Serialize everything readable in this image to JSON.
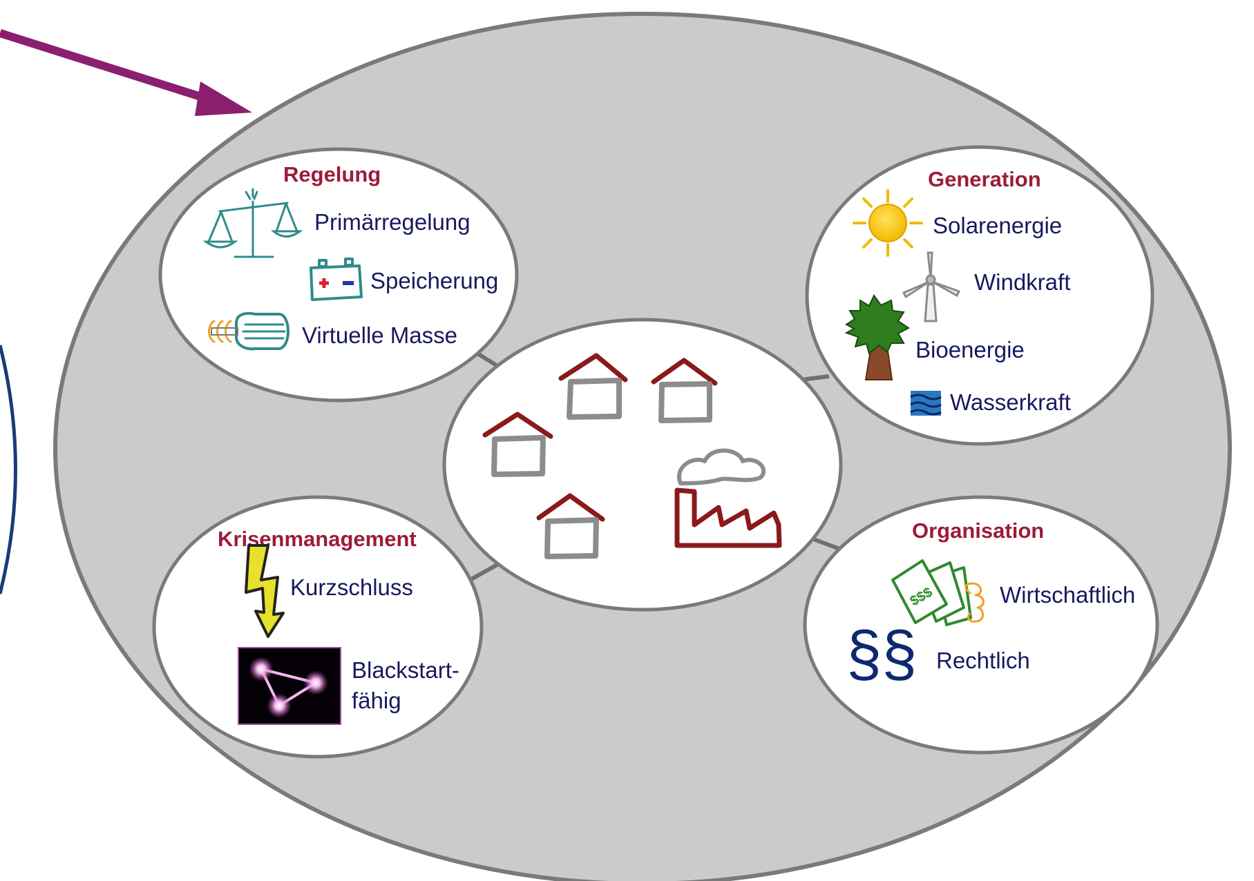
{
  "colors": {
    "heading": "#9b1c3a",
    "label": "#17195e",
    "outer_fill": "#cbcbcb",
    "outline": "#7a7a7a",
    "arrow": "#8a1f6f",
    "house_roof": "#8a1a1a",
    "house_body": "#8c8c8c"
  },
  "regelung": {
    "title": "Regelung",
    "items": [
      "Primärregelung",
      "Speicherung",
      "Virtuelle Masse"
    ]
  },
  "generation": {
    "title": "Generation",
    "items": [
      "Solarenergie",
      "Windkraft",
      "Bioenergie",
      "Wasserkraft"
    ]
  },
  "krisenmanagement": {
    "title": "Krisenmanagement",
    "items": [
      "Kurzschluss",
      "Blackstart-",
      "fähig"
    ]
  },
  "organisation": {
    "title": "Organisation",
    "items": [
      "Wirtschaftlich",
      "Rechtlich"
    ]
  },
  "icons": {
    "regelung": [
      "balance-scale-icon",
      "battery-icon",
      "flywheel-icon"
    ],
    "generation": [
      "sun-icon",
      "wind-turbine-icon",
      "tree-icon",
      "water-waves-icon"
    ],
    "krisenmanagement": [
      "lightning-bolt-icon",
      "network-glow-icon"
    ],
    "organisation": [
      "money-icon",
      "paragraph-icon"
    ],
    "center": [
      "house-icon",
      "factory-icon"
    ]
  },
  "paragraph_symbol": "§§"
}
